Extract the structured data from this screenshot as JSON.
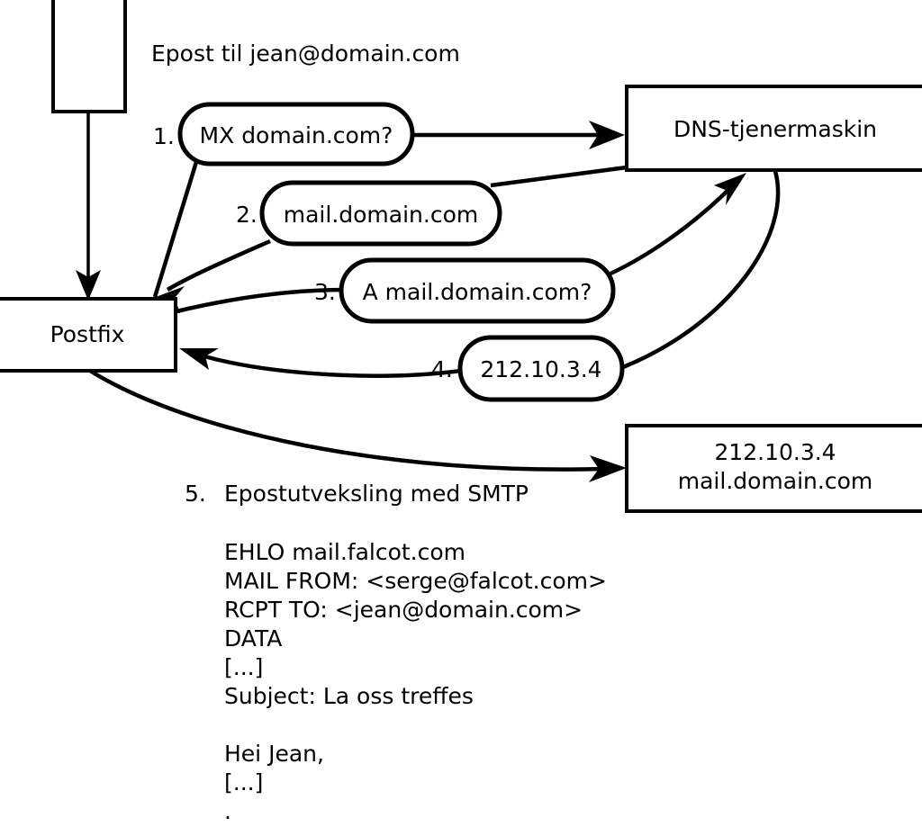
{
  "diagram": {
    "header_note": "Epost til jean@domain.com",
    "nodes": {
      "client_box": {
        "label": ""
      },
      "postfix": {
        "label": "Postfix"
      },
      "dns_server": {
        "label": "DNS-tjenermaskin"
      },
      "mail_server": {
        "line1": "212.10.3.4",
        "line2": "mail.domain.com"
      }
    },
    "steps": [
      {
        "number": "1.",
        "label": "MX domain.com?"
      },
      {
        "number": "2.",
        "label": "mail.domain.com"
      },
      {
        "number": "3.",
        "label": "A mail.domain.com?"
      },
      {
        "number": "4.",
        "label": "212.10.3.4"
      }
    ],
    "step5": {
      "number": "5.",
      "label": "Epostutveksling med SMTP"
    },
    "smtp_session": [
      "EHLO mail.falcot.com",
      "MAIL FROM: <serge@falcot.com>",
      "RCPT TO: <jean@domain.com>",
      "DATA",
      "[...]",
      "Subject: La oss treffes",
      "",
      "Hei Jean,",
      "[...]",
      "."
    ],
    "colors": {
      "stroke": "#000000",
      "fill": "#ffffff",
      "text": "#000000"
    }
  }
}
